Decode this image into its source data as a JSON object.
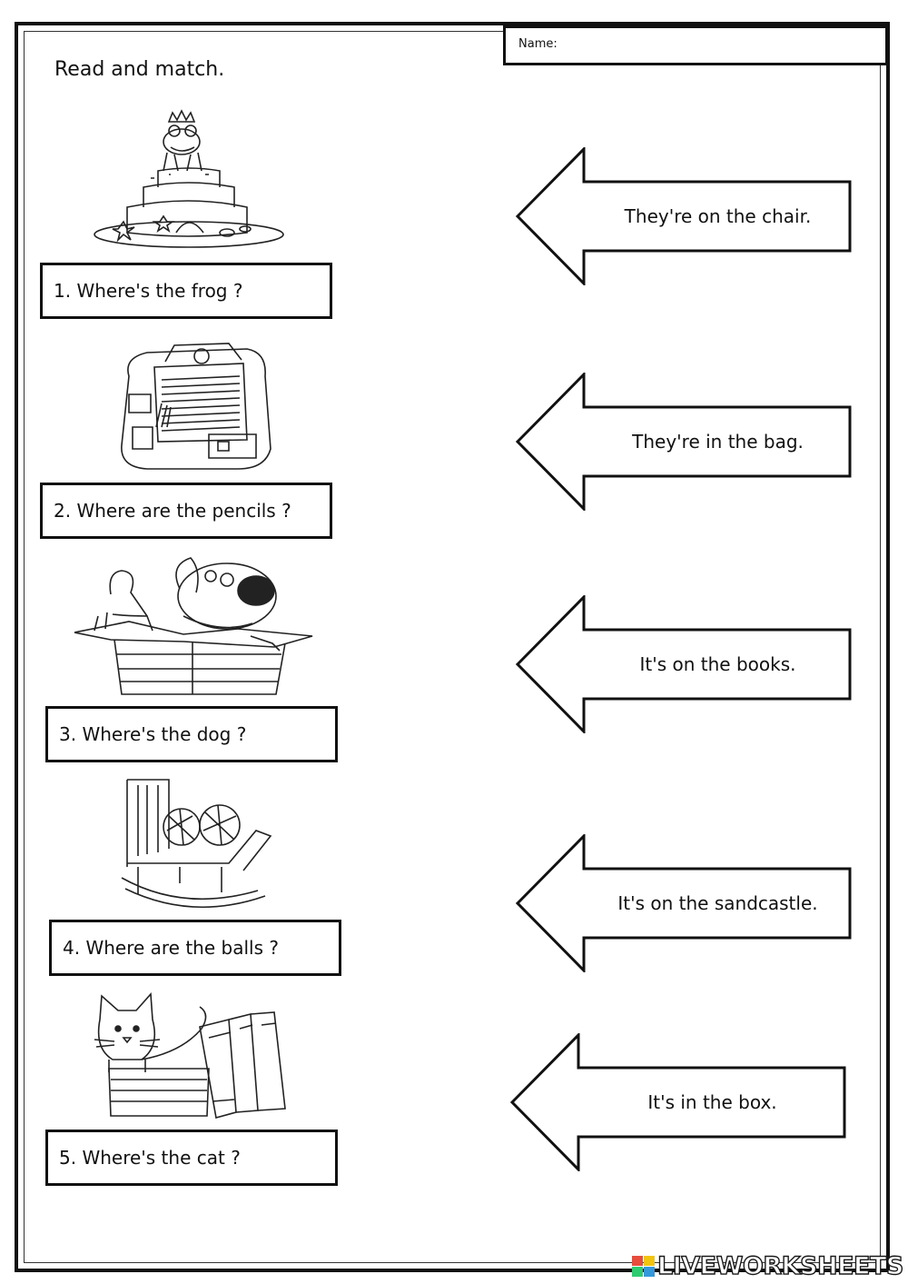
{
  "header": {
    "name_label": "Name:",
    "instruction": "Read and match."
  },
  "questions": [
    {
      "text": "1. Where's the frog ?",
      "picture_icon": "frog-on-sandcastle-icon"
    },
    {
      "text": "2. Where are the pencils ?",
      "picture_icon": "school-bag-icon"
    },
    {
      "text": "3. Where's the dog ?",
      "picture_icon": "dog-in-box-icon"
    },
    {
      "text": "4. Where are the balls ?",
      "picture_icon": "rocking-chair-balls-icon"
    },
    {
      "text": "5. Where's the cat ?",
      "picture_icon": "cat-on-books-icon"
    }
  ],
  "answers": [
    {
      "text": "They're on the chair."
    },
    {
      "text": "They're in the bag."
    },
    {
      "text": "It's on the books."
    },
    {
      "text": "It's on the sandcastle."
    },
    {
      "text": "It's in the box."
    }
  ],
  "footer": {
    "logo_text": "LIVEWORKSHEETS",
    "logo_mark_colors": [
      "#e74c3c",
      "#f1c40f",
      "#2ecc71",
      "#3498db"
    ]
  }
}
